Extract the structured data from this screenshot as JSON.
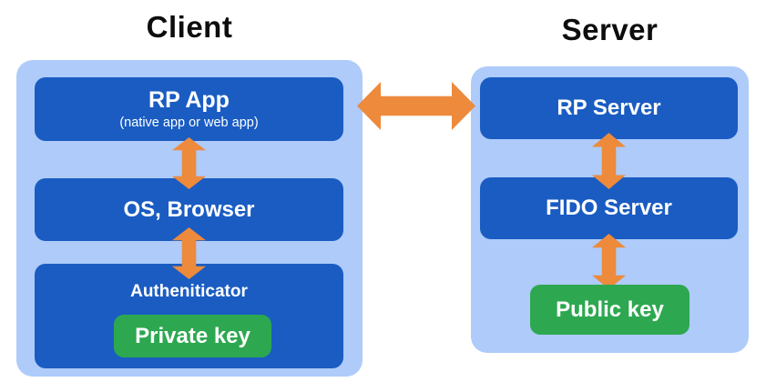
{
  "client": {
    "title": "Client",
    "rp_app": {
      "title": "RP App",
      "subtitle": "(native app or web app)"
    },
    "os_browser": {
      "label": "OS, Browser"
    },
    "authenticator": {
      "label": "Autheniticator",
      "key": {
        "label": "Private key"
      }
    }
  },
  "server": {
    "title": "Server",
    "rp_server": {
      "label": "RP Server"
    },
    "fido_server": {
      "label": "FIDO Server"
    },
    "public_key": {
      "label": "Public key"
    }
  },
  "colors": {
    "container_blue": "#aecbfa",
    "box_blue": "#1a5cc2",
    "key_green": "#2da850",
    "arrow_orange": "#ed8a3c",
    "title_black": "#0d0d0d",
    "box_text": "#ffffff"
  }
}
